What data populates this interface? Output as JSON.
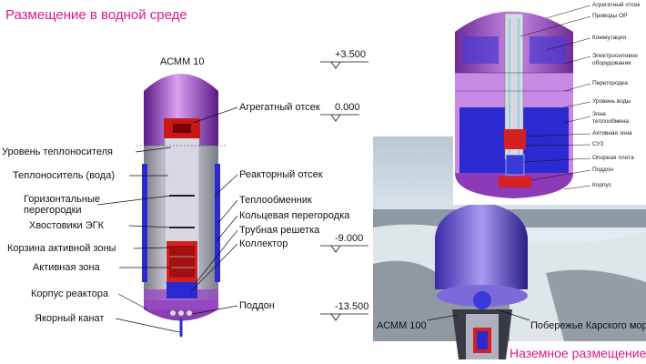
{
  "titles": {
    "water": "Размещение в водной среде",
    "ground": "Наземное размещение"
  },
  "main_unit": "АСММ 10",
  "ground_unit": "АСММ 100",
  "coast": "Побережье Карского моря",
  "levels": [
    "+3.500",
    "0.000",
    "-9.000",
    "-13.500"
  ],
  "left_labels": [
    "Уровень теплоносителя",
    "Теплоноситель (вода)",
    "Горизонтальные",
    "перегородки",
    "Хвостовики ЭГК",
    "Корзина активной зоны",
    "Активная зона",
    "Корпус реактора",
    "Якорный канат"
  ],
  "right_labels": [
    "Агрегатный отсек",
    "Реакторный отсек",
    "Теплообменник",
    "Кольцевая перегородка",
    "Трубная решетка",
    "Коллектор",
    "Поддон"
  ],
  "inset_labels": [
    "Агрегатный отсек",
    "Приводы ОР",
    "Коммутация",
    "Электросиловое",
    "оборудование",
    "Перегородка",
    "Уровень воды",
    "Зона",
    "теплообмена",
    "Активная зона",
    "СУЗ",
    "Опорная плита",
    "Поддон",
    "Корпус"
  ],
  "colors": {
    "accent": "#e0198a",
    "hull": "#9a2fc4",
    "water": "#3a3ad6",
    "core": "#d42020"
  }
}
